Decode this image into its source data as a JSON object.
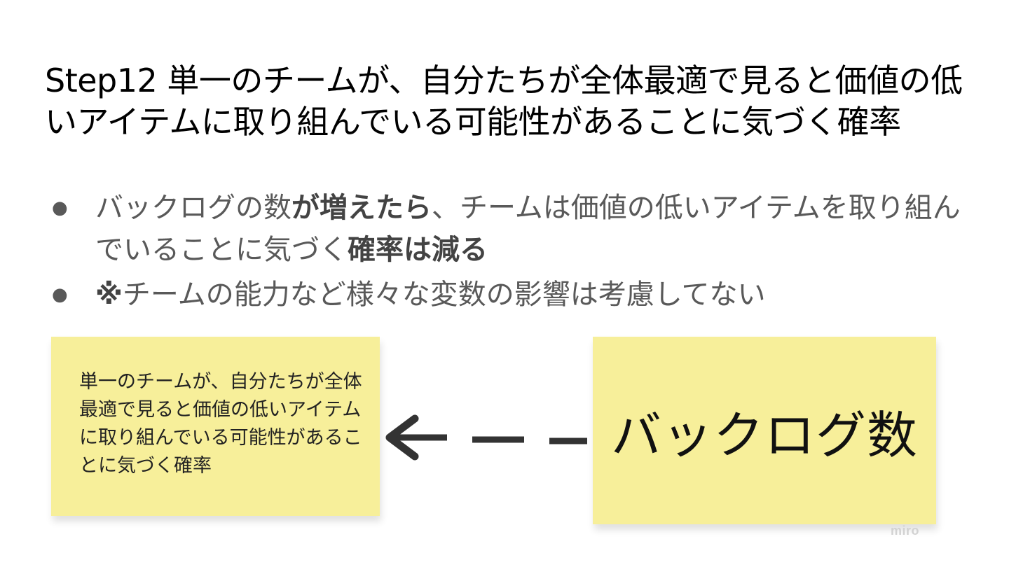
{
  "slide": {
    "title": "Step12 単一のチームが、自分たちが全体最適で見ると価値の低いアイテムに取り組んでいる可能性があることに気づく確率",
    "bullets": [
      {
        "marker": "●",
        "parts": [
          {
            "text": "バックログの数",
            "bold": false
          },
          {
            "text": "が増えたら",
            "bold": true
          },
          {
            "text": "、チームは価値の低いアイテムを取り組んでいることに気づく",
            "bold": false
          },
          {
            "text": "確率は減る",
            "bold": true
          }
        ]
      },
      {
        "marker": "●",
        "parts": [
          {
            "text": "※",
            "bold": true
          },
          {
            "text": "チームの能力など様々な変数の影響は考慮してない",
            "bold": false
          }
        ]
      }
    ]
  },
  "diagram": {
    "left_sticky": {
      "text": "単一のチームが、自分たちが全体最適で見ると価値の低いアイテムに取り組んでいる可能性があることに気づく確率",
      "color": "#f7ef9a"
    },
    "right_sticky": {
      "text": "バックログ数",
      "color": "#f7ef9a"
    },
    "connector": {
      "style": "dashed",
      "direction": "right-to-left",
      "color": "#333333"
    }
  },
  "watermark": "miro"
}
